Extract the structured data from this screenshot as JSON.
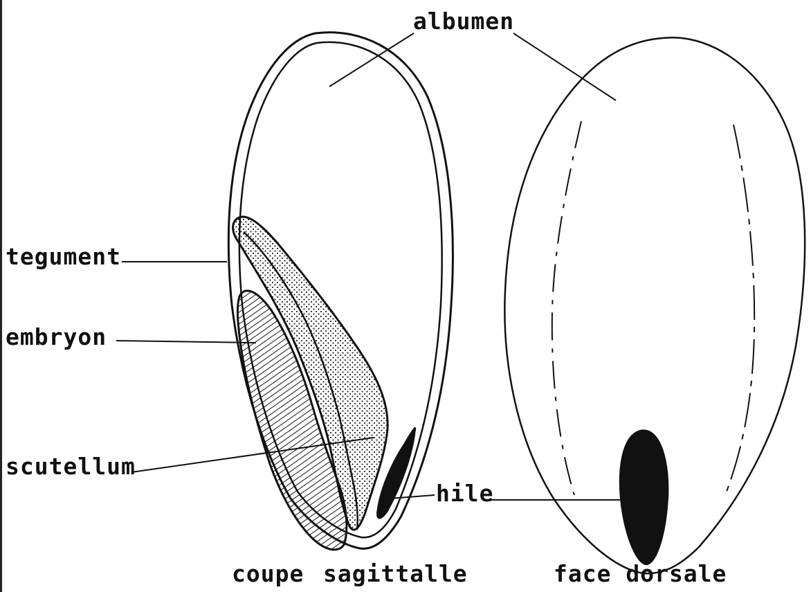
{
  "labels": {
    "albumen": "albumen",
    "tegument": "tegument",
    "embryon": "embryon",
    "scutellum": "scutellum",
    "hile": "hile",
    "coupe": "coupe",
    "sagittalle": "sagittalle",
    "face_dorsale": "face dorsale"
  },
  "colors": {
    "ink": "#111111",
    "background": "#ffffff"
  }
}
